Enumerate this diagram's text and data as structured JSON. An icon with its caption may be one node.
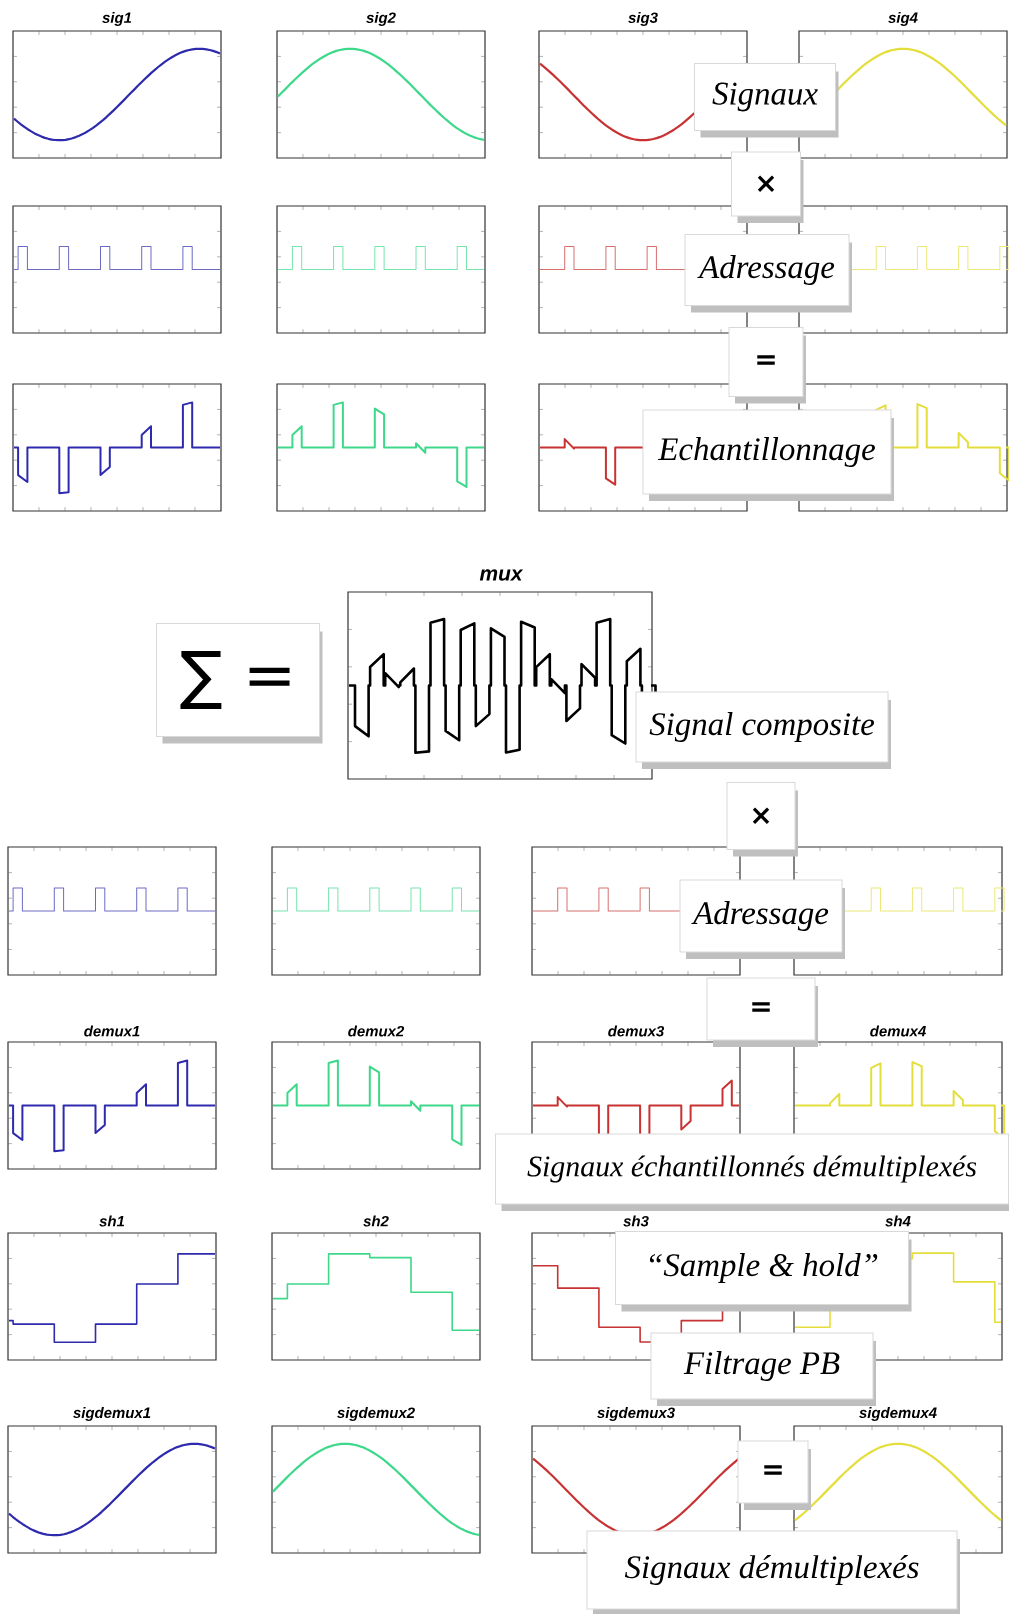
{
  "diagram": {
    "nodes": [
      {
        "text": [
          "Signaux"
        ]
      },
      {
        "text": [
          "×"
        ]
      },
      {
        "text": [
          "Adressage"
        ]
      },
      {
        "text": [
          "="
        ]
      },
      {
        "text": [
          "Echantillonnage"
        ]
      },
      {
        "text": [
          "∑ ="
        ]
      },
      {
        "text": [
          "Signal composite"
        ]
      },
      {
        "text": [
          "×"
        ]
      },
      {
        "text": [
          "Adressage"
        ]
      },
      {
        "text": [
          "="
        ]
      },
      {
        "text": [
          "Signaux échantillonnés démultiplexés"
        ]
      },
      {
        "text": [
          "“Sample & hold”"
        ]
      },
      {
        "text": [
          "Filtrage PB"
        ]
      },
      {
        "text": [
          "="
        ]
      },
      {
        "text": [
          "Signaux démultiplexés"
        ]
      }
    ],
    "labels": [
      "sig1",
      "sig2",
      "sig3",
      "sig4",
      "mux",
      "demux1",
      "demux2",
      "demux3",
      "demux4",
      "sh1",
      "sh2",
      "sh3",
      "sh4",
      "sigdemux1",
      "sigdemux2",
      "sigdemux3",
      "sigdemux4"
    ]
  }
}
